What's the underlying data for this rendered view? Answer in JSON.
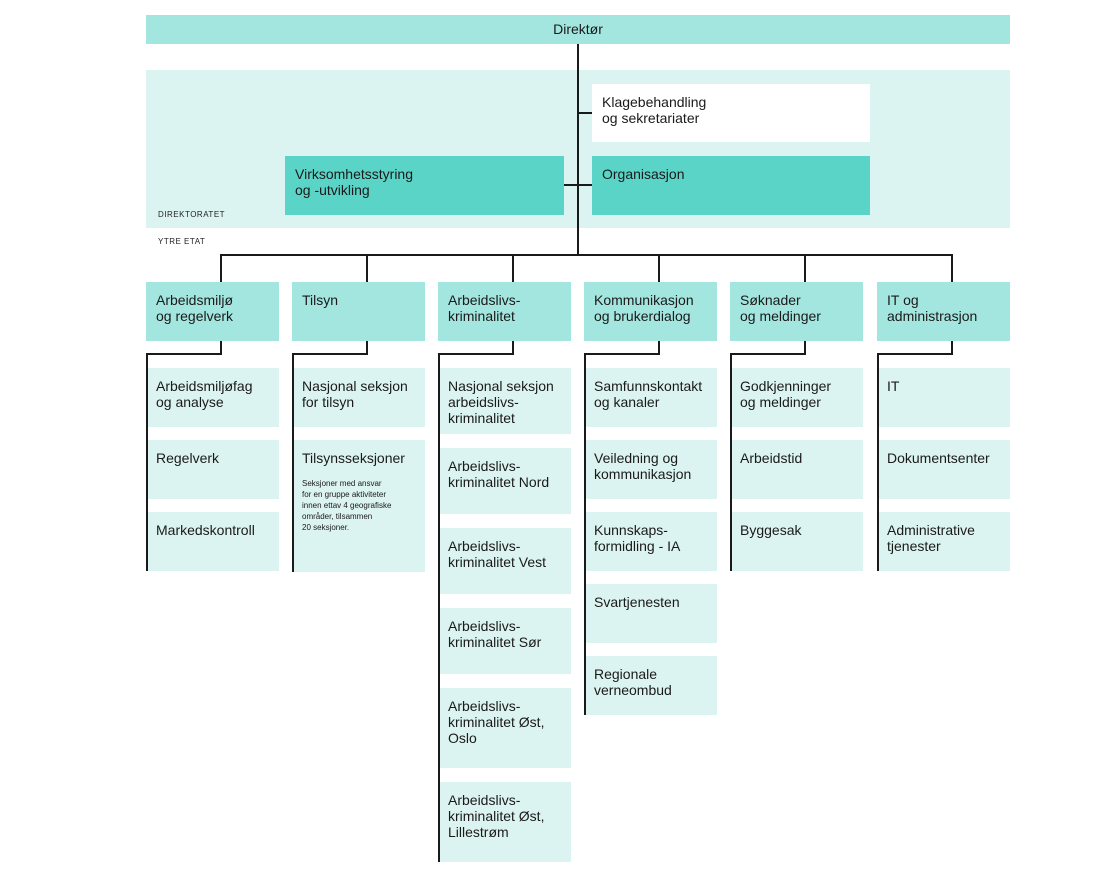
{
  "director": "Direktør",
  "directorate": {
    "label": "DIREKTORATET",
    "complaints": "Klagebehandling\nog sekretariater",
    "governance": "Virksomhetsstyring\nog -utvikling",
    "organisation": "Organisasjon"
  },
  "outer_label": "YTRE ETAT",
  "departments": [
    {
      "title": "Arbeidsmiljø\nog regelverk",
      "units": [
        "Arbeidsmiljøfag\nog analyse",
        "Regelverk",
        "Markedskontroll"
      ]
    },
    {
      "title": "Tilsyn",
      "units": [
        "Nasjonal seksjon\nfor tilsyn",
        "Tilsynsseksjoner"
      ],
      "note": "Seksjoner med ansvar\nfor en gruppe aktiviteter\ninnen ettav 4 geografiske\nområder, tilsammen\n20 seksjoner."
    },
    {
      "title": "Arbeidslivs-\nkriminalitet",
      "units": [
        "Nasjonal seksjon\narbeidslivs-\nkriminalitet",
        "Arbeidslivs-\nkriminalitet Nord",
        "Arbeidslivs-\nkriminalitet Vest",
        "Arbeidslivs-\nkriminalitet Sør",
        "Arbeidslivs-\nkriminalitet Øst,\nOslo",
        "Arbeidslivs-\nkriminalitet Øst,\nLillestrøm"
      ]
    },
    {
      "title": "Kommunikasjon\nog brukerdialog",
      "units": [
        "Samfunnskontakt\nog kanaler",
        "Veiledning og\nkommunikasjon",
        "Kunnskaps-\nformidling - IA",
        "Svartjenesten",
        "Regionale\nverneombud"
      ]
    },
    {
      "title": "Søknader\nog meldinger",
      "units": [
        "Godkjenninger\nog meldinger",
        "Arbeidstid",
        "Byggesak"
      ]
    },
    {
      "title": "IT og\nadministrasjon",
      "units": [
        "IT",
        "Dokumentsenter",
        "Administrative\ntjenester"
      ]
    }
  ]
}
